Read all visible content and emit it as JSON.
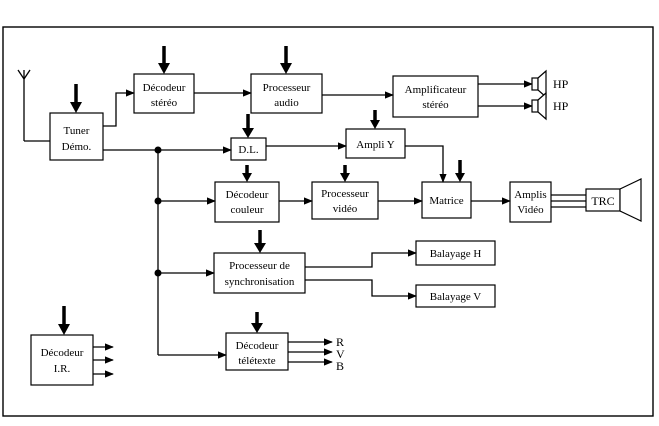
{
  "blocks": {
    "tuner": [
      "Tuner",
      "Démo."
    ],
    "decodeur_stereo": [
      "Décodeur",
      "stéréo"
    ],
    "processeur_audio": [
      "Processeur",
      "audio"
    ],
    "amplificateur_stereo": [
      "Amplificateur",
      "stéréo"
    ],
    "dl": [
      "D.L."
    ],
    "ampli_y": [
      "Ampli Y"
    ],
    "decodeur_couleur": [
      "Décodeur",
      "couleur"
    ],
    "processeur_video": [
      "Processeur",
      "vidéo"
    ],
    "matrice": [
      "Matrice"
    ],
    "amplis_video": [
      "Amplis",
      "Vidéo"
    ],
    "processeur_synchro": [
      "Processeur de",
      "synchronisation"
    ],
    "balayage_h": [
      "Balayage H"
    ],
    "balayage_v": [
      "Balayage V"
    ],
    "decodeur_ir": [
      "Décodeur",
      "I.R."
    ],
    "decodeur_teletexte": [
      "Décodeur",
      "télétexte"
    ]
  },
  "labels": {
    "hp_top": "HP",
    "hp_bottom": "HP",
    "trc": "TRC",
    "out_r": "R",
    "out_v": "V",
    "out_b": "B"
  }
}
